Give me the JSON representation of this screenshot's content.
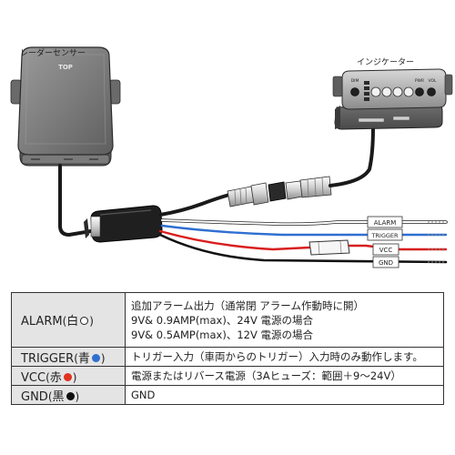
{
  "diagram": {
    "sensor_label": "レーダーセンサー",
    "sensor_top_text": "TOP",
    "indicator_label": "インジケーター",
    "indicator_dim_text": "DIM",
    "indicator_pwr_text": "PWR",
    "indicator_vol_text": "VOL",
    "wire_labels": [
      "ALARM",
      "TRIGGER",
      "VCC",
      "GND"
    ],
    "colors": {
      "alarm": "#ffffff",
      "trigger": "#2f6fd0",
      "vcc": "#d81e1e",
      "gnd": "#111111"
    }
  },
  "table": {
    "rows": [
      {
        "name": "ALARM",
        "color_word": "白",
        "dot_color": "white",
        "lines": [
          "追加アラーム出力（通常閉 アラーム作動時に開）",
          "9V& 0.9AMP(max)、24V 電源の場合",
          "9V& 0.5AMP(max)、12V 電源の場合"
        ]
      },
      {
        "name": "TRIGGER",
        "color_word": "青",
        "dot_color": "#2f6fd0",
        "lines": [
          "トリガー入力（車両からのトリガー）入力時のみ動作します。"
        ]
      },
      {
        "name": "VCC",
        "color_word": "赤",
        "dot_color": "#e0321e",
        "lines": [
          "電源またはリバース電源（3Aヒューズ：範囲＋9～24V）"
        ]
      },
      {
        "name": "GND",
        "color_word": "黒",
        "dot_color": "#111111",
        "lines": [
          "GND"
        ]
      }
    ]
  }
}
